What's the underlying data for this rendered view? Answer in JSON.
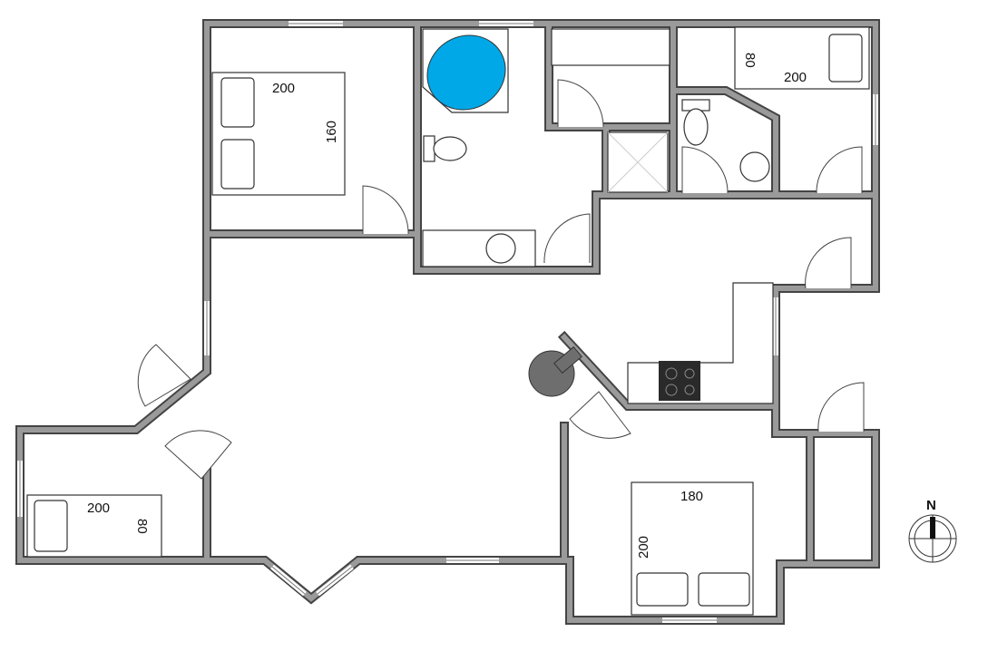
{
  "bed_labels": {
    "master_length": "200",
    "master_width": "160",
    "ne_width": "80",
    "ne_length": "200",
    "sw_length": "200",
    "sw_width": "80",
    "south_width": "180",
    "south_length": "200"
  },
  "compass": {
    "north": "N"
  },
  "colors": {
    "wall": "#9a9a9a",
    "wall_outline": "#444444",
    "bathtub": "#00a8e8",
    "table": "#6e6e6e",
    "stove": "#2a2a2a"
  }
}
